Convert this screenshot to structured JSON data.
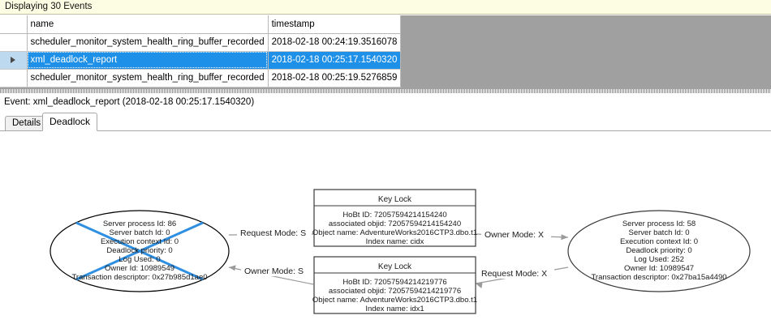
{
  "status_bar": {
    "text": "Displaying 30 Events"
  },
  "grid": {
    "columns": [
      "",
      "name",
      "timestamp"
    ],
    "rows": [
      {
        "selected": false,
        "marker": "",
        "name": "scheduler_monitor_system_health_ring_buffer_recorded",
        "timestamp": "2018-02-18 00:24:19.3516078"
      },
      {
        "selected": true,
        "marker": "▶",
        "name": "xml_deadlock_report",
        "timestamp": "2018-02-18 00:25:17.1540320"
      },
      {
        "selected": false,
        "marker": "",
        "name": "scheduler_monitor_system_health_ring_buffer_recorded",
        "timestamp": "2018-02-18 00:25:19.5276859"
      }
    ]
  },
  "event_header": {
    "text": "Event: xml_deadlock_report (2018-02-18 00:25:17.1540320)"
  },
  "tabs": [
    {
      "label": "Details",
      "active": false
    },
    {
      "label": "Deadlock",
      "active": true
    }
  ],
  "deadlock": {
    "colors": {
      "victim_cross": "#2f8fe0",
      "node_stroke": "#000000",
      "lock_stroke": "#3a3a3a",
      "edge_stroke": "#9a9a9a",
      "canvas_bg": "#ffffff"
    },
    "processes": [
      {
        "id": "process-left",
        "victim": true,
        "lines": [
          "Server process Id: 86",
          "Server batch Id: 0",
          "Execution context Id: 0",
          "Deadlock priority: 0",
          "Log Used: 0",
          "Owner Id: 10989549",
          "Transaction descriptor: 0x27b985d1ae0"
        ]
      },
      {
        "id": "process-right",
        "victim": false,
        "lines": [
          "Server process Id: 58",
          "Server batch Id: 0",
          "Execution context Id: 0",
          "Deadlock priority: 0",
          "Log Used: 252",
          "Owner Id: 10989547",
          "Transaction descriptor: 0x27ba15a4490"
        ]
      }
    ],
    "resources": [
      {
        "id": "keylock-top",
        "title": "Key Lock",
        "lines": [
          "HoBt ID: 72057594214154240",
          "associated objid: 72057594214154240",
          "Object name: AdventureWorks2016CTP3.dbo.t1",
          "Index name: cidx"
        ]
      },
      {
        "id": "keylock-bottom",
        "title": "Key Lock",
        "lines": [
          "HoBt ID: 72057594214219776",
          "associated objid: 72057594214219776",
          "Object name: AdventureWorks2016CTP3.dbo.t1",
          "Index name: idx1"
        ]
      }
    ],
    "edges": [
      {
        "id": "edge-left-request-top",
        "label": "Request Mode: S"
      },
      {
        "id": "edge-top-owner-right",
        "label": "Owner Mode: X"
      },
      {
        "id": "edge-bottom-owner-left",
        "label": "Owner Mode: S"
      },
      {
        "id": "edge-right-request-bottom",
        "label": "Request Mode: X"
      }
    ]
  }
}
